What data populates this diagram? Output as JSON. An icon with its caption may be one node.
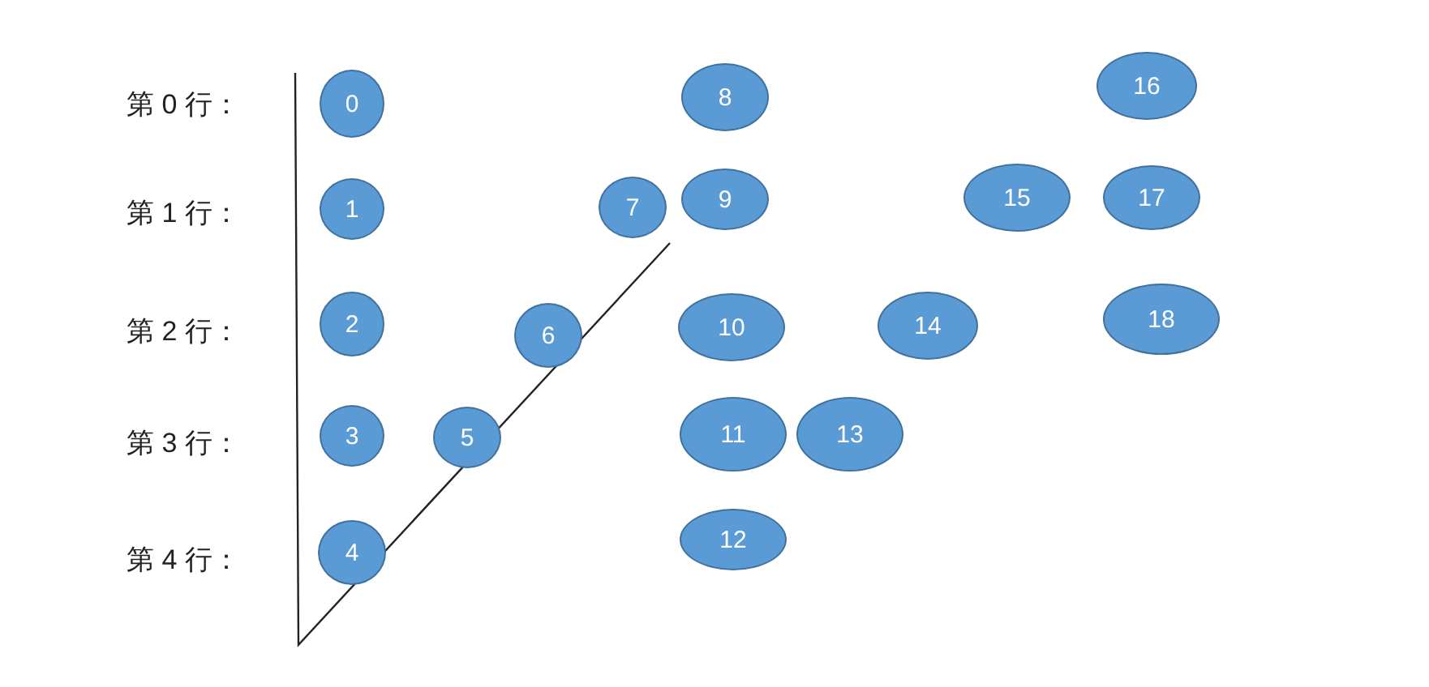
{
  "diagram": {
    "nodes": [
      {
        "text": [
          "0"
        ]
      },
      {
        "text": [
          "1"
        ]
      },
      {
        "text": [
          "2"
        ]
      },
      {
        "text": [
          "3"
        ]
      },
      {
        "text": [
          "4"
        ]
      },
      {
        "text": [
          "5"
        ]
      },
      {
        "text": [
          "6"
        ]
      },
      {
        "text": [
          "7"
        ]
      },
      {
        "text": [
          "8"
        ]
      },
      {
        "text": [
          "9"
        ]
      },
      {
        "text": [
          "10"
        ]
      },
      {
        "text": [
          "11"
        ]
      },
      {
        "text": [
          "12"
        ]
      },
      {
        "text": [
          "13"
        ]
      },
      {
        "text": [
          "14"
        ]
      },
      {
        "text": [
          "15"
        ]
      },
      {
        "text": [
          "16"
        ]
      },
      {
        "text": [
          "17"
        ]
      },
      {
        "text": [
          "18"
        ]
      }
    ],
    "labels": [
      "第 0 行：",
      "第 1 行：",
      "第 2 行：",
      "第 3 行：",
      "第 4 行："
    ]
  }
}
